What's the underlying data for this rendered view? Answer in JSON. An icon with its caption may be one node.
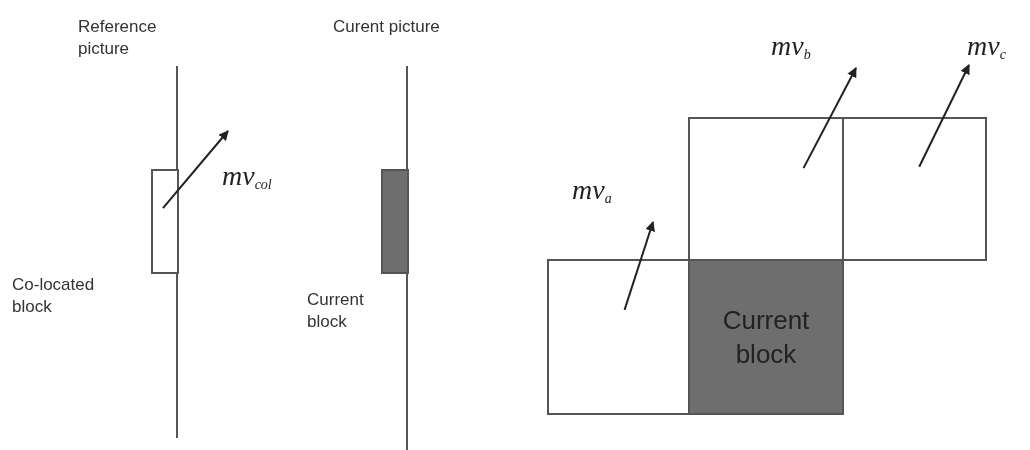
{
  "diagram": {
    "nodes": [
      {
        "text": [],
        "shape": "box",
        "beside": [
          "Co-located block"
        ]
      },
      {
        "text": [],
        "shape": "box",
        "beside": [
          "Current block"
        ]
      },
      {
        "text": [],
        "shape": "box"
      },
      {
        "text": [],
        "shape": "box"
      },
      {
        "text": [],
        "shape": "box"
      },
      {
        "text": [
          "Current block"
        ]
      }
    ],
    "edges": [
      {
        "from": 0,
        "to": null,
        "arrow": "to",
        "label": "mv$_{col}$"
      },
      {
        "from": 2,
        "to": null,
        "arrow": "to",
        "label": "mv$_{a}$"
      },
      {
        "from": 3,
        "to": null,
        "arrow": "to",
        "label": "mv$_{b}$"
      },
      {
        "from": 4,
        "to": null,
        "arrow": "to",
        "label": "mv$_{c}$"
      }
    ],
    "labels": [
      "Reference picture",
      "Curent picture"
    ]
  }
}
